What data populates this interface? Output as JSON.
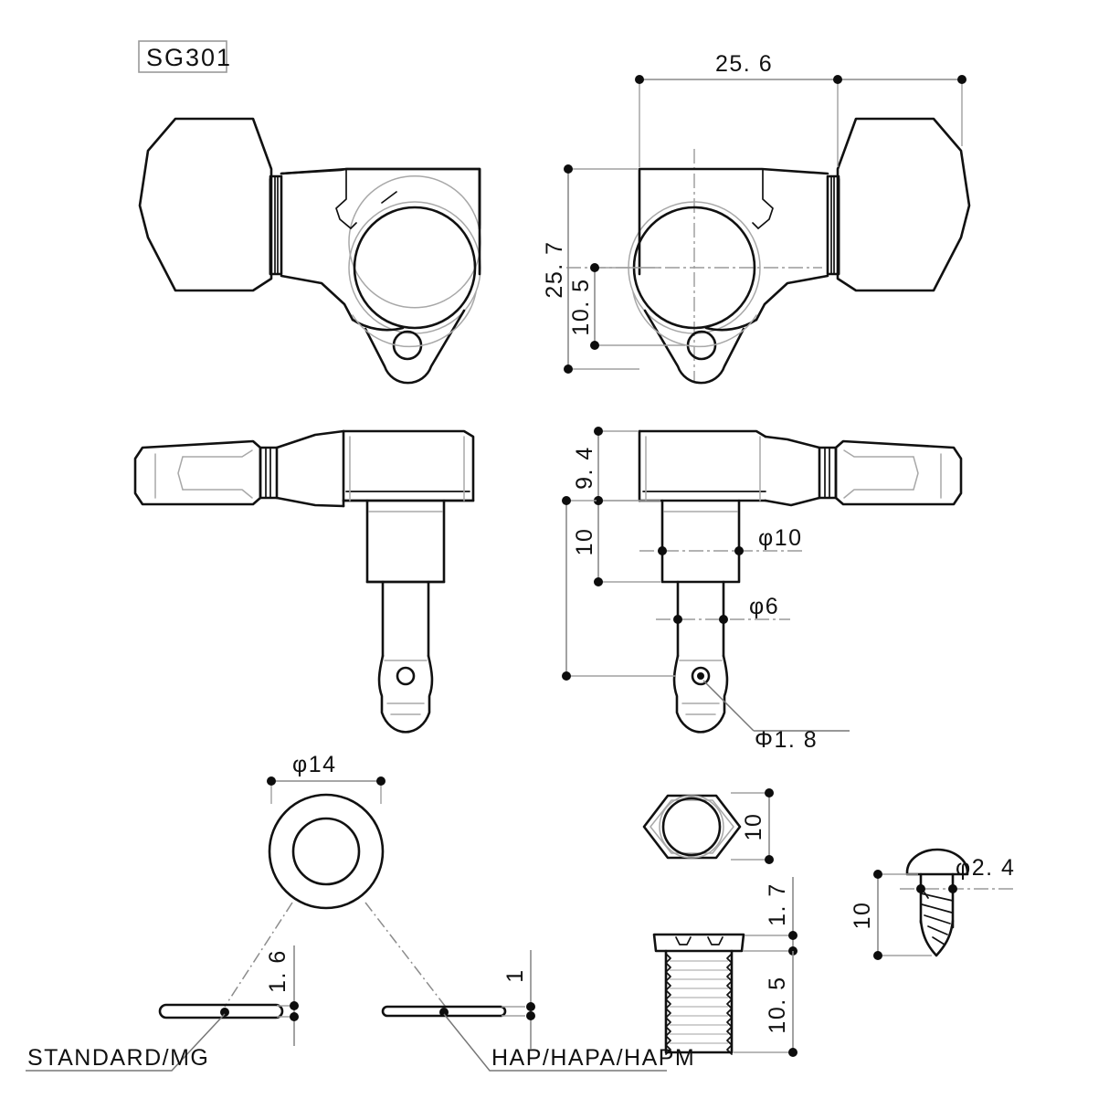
{
  "drawing": {
    "part_tag": "SG301",
    "background_color": "#ffffff",
    "line_color": "#111111",
    "hidden_line_color": "#a8a8a8",
    "dimension_line_color": "#8a8a8a"
  },
  "views": {
    "top_left": {
      "name": "tuner-front-view-left-hand",
      "description": "Left-hand tuning machine front view with key button, housing and mounting tab"
    },
    "top_right": {
      "name": "tuner-front-view-right-hand",
      "description": "Right-hand tuning machine front view, mirrored, with dimensions"
    },
    "mid_left": {
      "name": "tuner-side-view-left-hand",
      "description": "Left-hand tuning machine side view with string post"
    },
    "mid_right": {
      "name": "tuner-side-view-right-hand",
      "description": "Right-hand tuning machine side view with post dimensions"
    },
    "washer_plan": {
      "name": "washer-plan-view",
      "description": "Washer seen from above"
    },
    "washer_standard": {
      "name": "washer-section-standard",
      "description": "Washer cross section standard / MG"
    },
    "washer_hap": {
      "name": "washer-section-hap",
      "description": "Washer cross section HAP / HAPA / HAPM"
    },
    "hex_nut": {
      "name": "hex-nut-plan-view",
      "description": "Hexagonal nut seen from above"
    },
    "bushing": {
      "name": "bushing-section-view",
      "description": "Threaded bushing side section"
    },
    "screw": {
      "name": "mounting-screw-view",
      "description": "Mounting wood screw side view"
    }
  },
  "dimensions": {
    "overall_width": "25. 6",
    "overall_height": "25. 7",
    "hole_center_height": "10. 5",
    "body_height": "9. 4",
    "bushing_seat_height": "10",
    "post_collar_dia": "φ10",
    "post_shaft_dia": "φ6",
    "string_hole_dia": "Φ1. 8",
    "washer_outer_dia": "φ14",
    "washer_standard_thickness": "1. 6",
    "washer_hap_thickness": "1",
    "hex_nut_across_flats": "10",
    "bushing_flange_thickness": "1. 7",
    "bushing_thread_length": "10. 5",
    "screw_length": "10",
    "screw_dia": "φ2. 4"
  },
  "labels": {
    "washer_standard": "STANDARD/MG",
    "washer_hap": "HAP/HAPA/HAPM"
  }
}
